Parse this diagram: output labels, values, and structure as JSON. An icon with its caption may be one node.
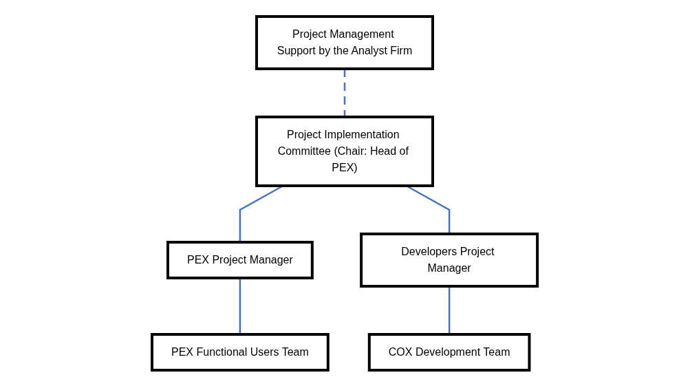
{
  "diagram": {
    "nodes": [
      {
        "text": [
          "Project Implementation Committee (Chair: Head of PEX)"
        ]
      },
      {
        "text": [
          "Project Management Support by the Analyst Firm"
        ]
      },
      {
        "text": [
          "PEX Project Manager"
        ]
      },
      {
        "text": [
          "Developers Project Manager"
        ]
      },
      {
        "text": [
          "PEX Functional Users Team"
        ]
      },
      {
        "text": [
          "COX Development Team"
        ]
      }
    ],
    "edges": [
      {
        "from": 1,
        "to": 0,
        "arrow": "none",
        "style": "dashed"
      },
      {
        "from": 0,
        "to": 2,
        "arrow": "none"
      },
      {
        "from": 0,
        "to": 3,
        "arrow": "none"
      },
      {
        "from": 2,
        "to": 4,
        "arrow": "none"
      },
      {
        "from": 3,
        "to": 5,
        "arrow": "none"
      }
    ]
  }
}
